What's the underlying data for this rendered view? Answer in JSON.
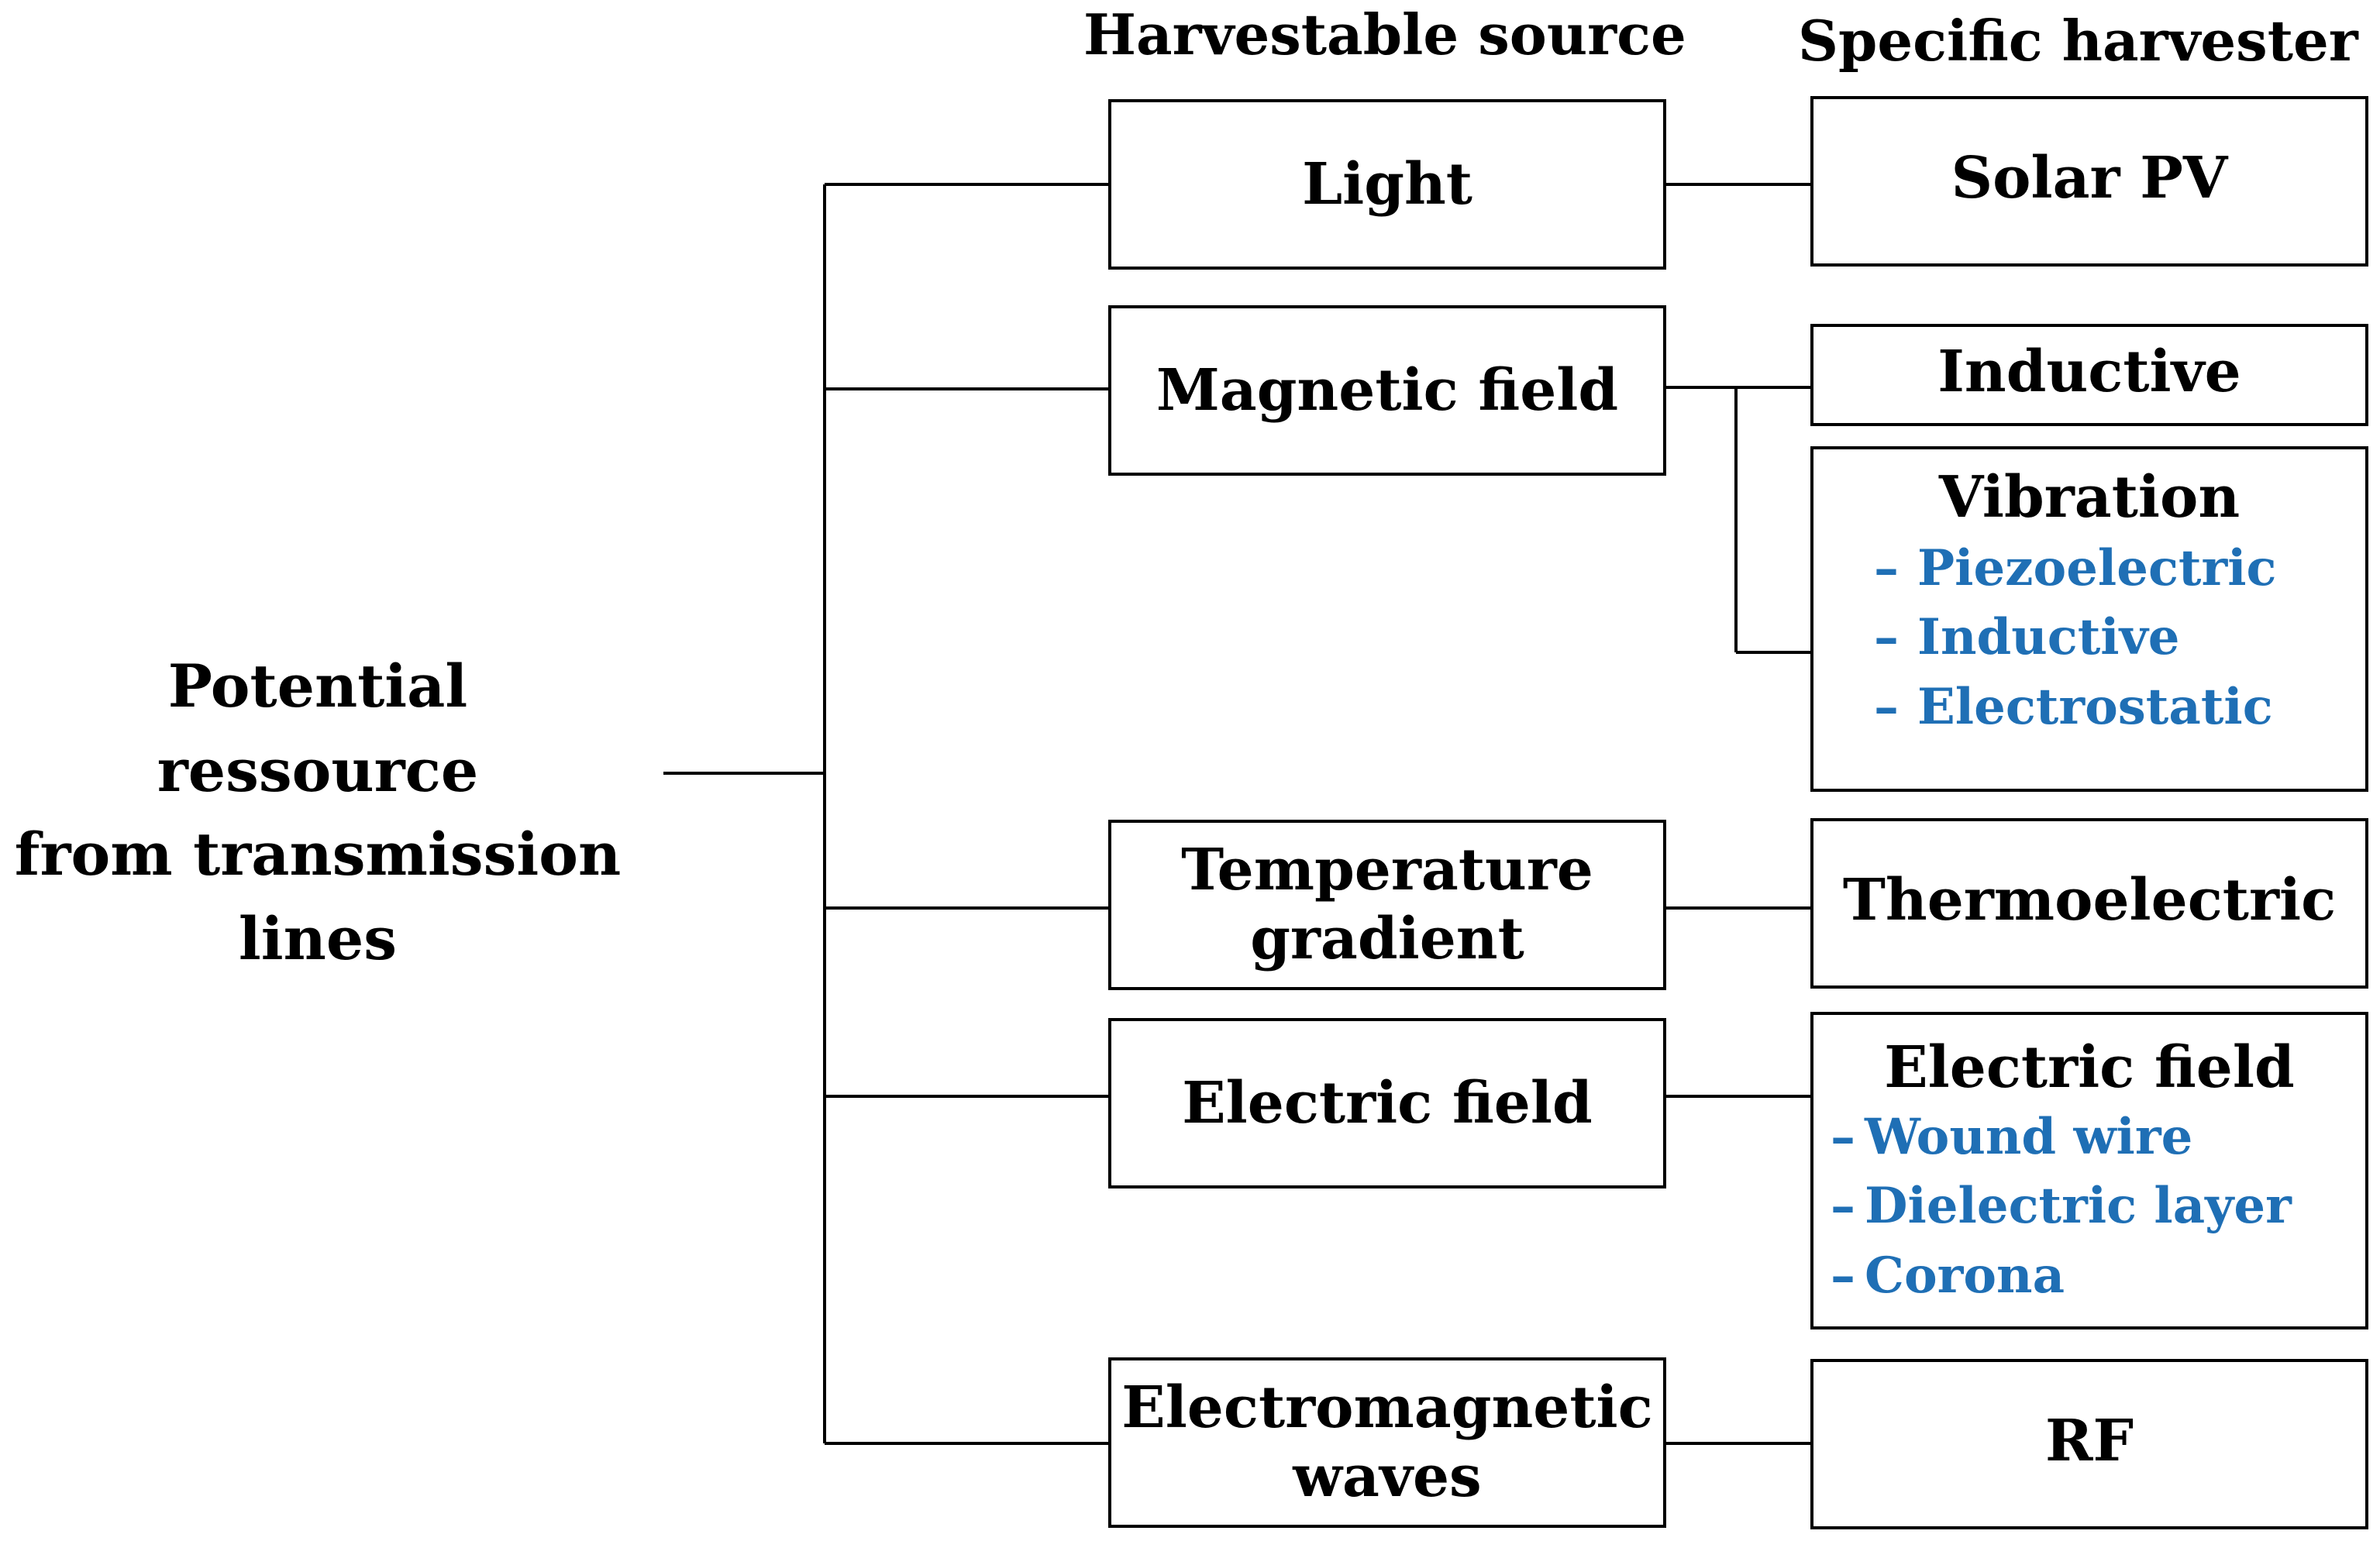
{
  "headers": {
    "source": "Harvestable source",
    "harvester": "Specific harvester"
  },
  "root": {
    "lines": [
      "Potential ressource",
      "from transmission",
      "lines"
    ]
  },
  "sources": [
    {
      "lines": [
        "Light"
      ]
    },
    {
      "lines": [
        "Magnetic field"
      ]
    },
    {
      "lines": [
        "Temperature",
        "gradient"
      ]
    },
    {
      "lines": [
        "Electric field"
      ]
    },
    {
      "lines": [
        "Electromagnetic",
        "waves"
      ]
    }
  ],
  "harvesters": [
    {
      "title": "Solar PV",
      "subs": []
    },
    {
      "title": "Inductive",
      "subs": []
    },
    {
      "title": "Vibration",
      "subs": [
        "Piezoelectric",
        "Inductive",
        "Electrostatic"
      ]
    },
    {
      "title": "Thermoelectric",
      "subs": []
    },
    {
      "title": "Electric field",
      "subs": [
        "Wound wire",
        "Dielectric layer",
        "Corona"
      ]
    },
    {
      "title": "RF",
      "subs": []
    }
  ],
  "bullet": "–",
  "colors": {
    "line": "#000000",
    "sub_item": "#1f6fb5"
  }
}
